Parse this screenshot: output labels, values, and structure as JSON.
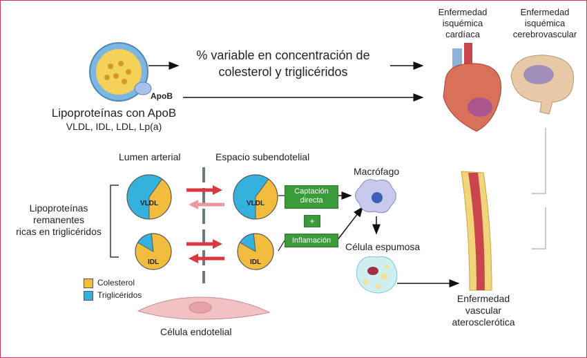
{
  "top": {
    "statement": "% variable en concentración de",
    "statement2": "colesterol y triglicéridos",
    "apob_tag": "ApoB",
    "lipo_title": "Lipoproteínas con ApoB",
    "lipo_sub": "VLDL, IDL, LDL, Lp(a)"
  },
  "outcomes": {
    "cardiac": [
      "Enfermedad",
      "isquémica",
      "cardíaca"
    ],
    "cerebro": [
      "Enfermedad",
      "isquémica",
      "cerebrovascular"
    ],
    "vascular": [
      "Enfermedad",
      "vascular",
      "aterosclerótica"
    ]
  },
  "middle": {
    "lumen": "Lumen arterial",
    "subendo": "Espacio subendotelial",
    "remnant": [
      "Lipoproteínas",
      "remanentes",
      "ricas en triglicéridos"
    ],
    "vldl": "VLDL",
    "idl": "IDL",
    "captacion": [
      "Captación",
      "directa"
    ],
    "plus": "+",
    "inflamacion": "Inflamación",
    "macrofago": "Macrófago",
    "espumosa": "Célula espumosa",
    "endotelial": "Célula endotelial"
  },
  "legend": {
    "colesterol": "Colesterol",
    "trigliceridos": "Triglicéridos"
  },
  "colors": {
    "cholesterol": "#f2bd3e",
    "triglycerides": "#35b1dd",
    "arrow_red": "#d8383f",
    "arrow_pink": "#e89aa0",
    "green": "#3b9b3b"
  }
}
